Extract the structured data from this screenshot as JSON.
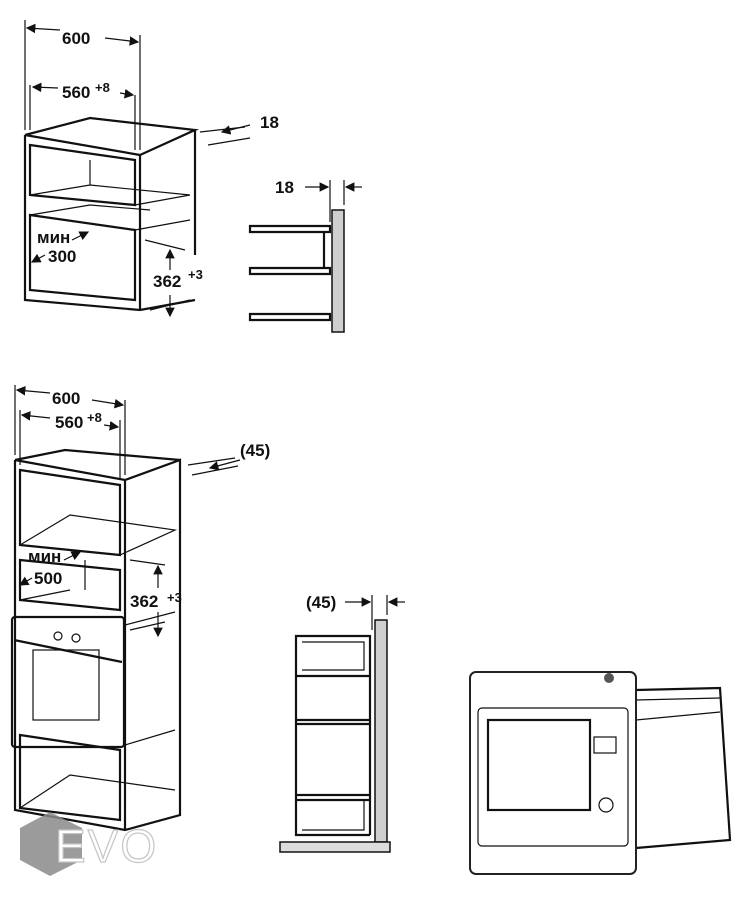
{
  "diagram1": {
    "width_outer": "600",
    "width_inner": "560",
    "width_inner_tol": "+8",
    "side_thickness": "18",
    "shelf_thickness": "18",
    "min_label": "мин",
    "min_depth": "300",
    "height": "362",
    "height_tol": "+3"
  },
  "diagram2": {
    "width_outer": "600",
    "width_inner": "560",
    "width_inner_tol": "+8",
    "offset": "(45)",
    "min_label": "мин",
    "min_depth": "500",
    "height": "362",
    "height_tol": "+3",
    "side_offset": "(45)"
  },
  "watermark": "EVO"
}
